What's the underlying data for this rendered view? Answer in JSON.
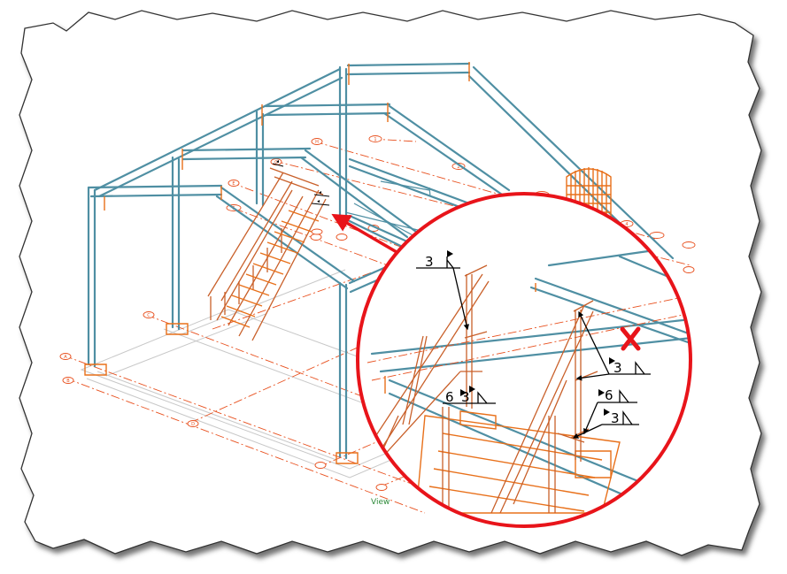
{
  "drawing": {
    "view_label": "View",
    "colors": {
      "steel": "#4f8fa3",
      "stair": "#c9602a",
      "gridline": "#e8501e",
      "callout": "#e8141a",
      "foundation": "#c8c8c8"
    },
    "grid_bubbles": [
      "A",
      "B",
      "C",
      "D",
      "E",
      "F",
      "G",
      "H",
      "1",
      "2",
      "3",
      "4"
    ],
    "icons": [
      "torn-paper-border",
      "callout-circle",
      "callout-arrow",
      "error-x-icon",
      "silo"
    ]
  },
  "detail": {
    "welds": [
      {
        "size": "3"
      },
      {
        "size": "3"
      },
      {
        "size": "6"
      },
      {
        "size": "3"
      },
      {
        "size": "6"
      },
      {
        "size": "3"
      }
    ]
  }
}
